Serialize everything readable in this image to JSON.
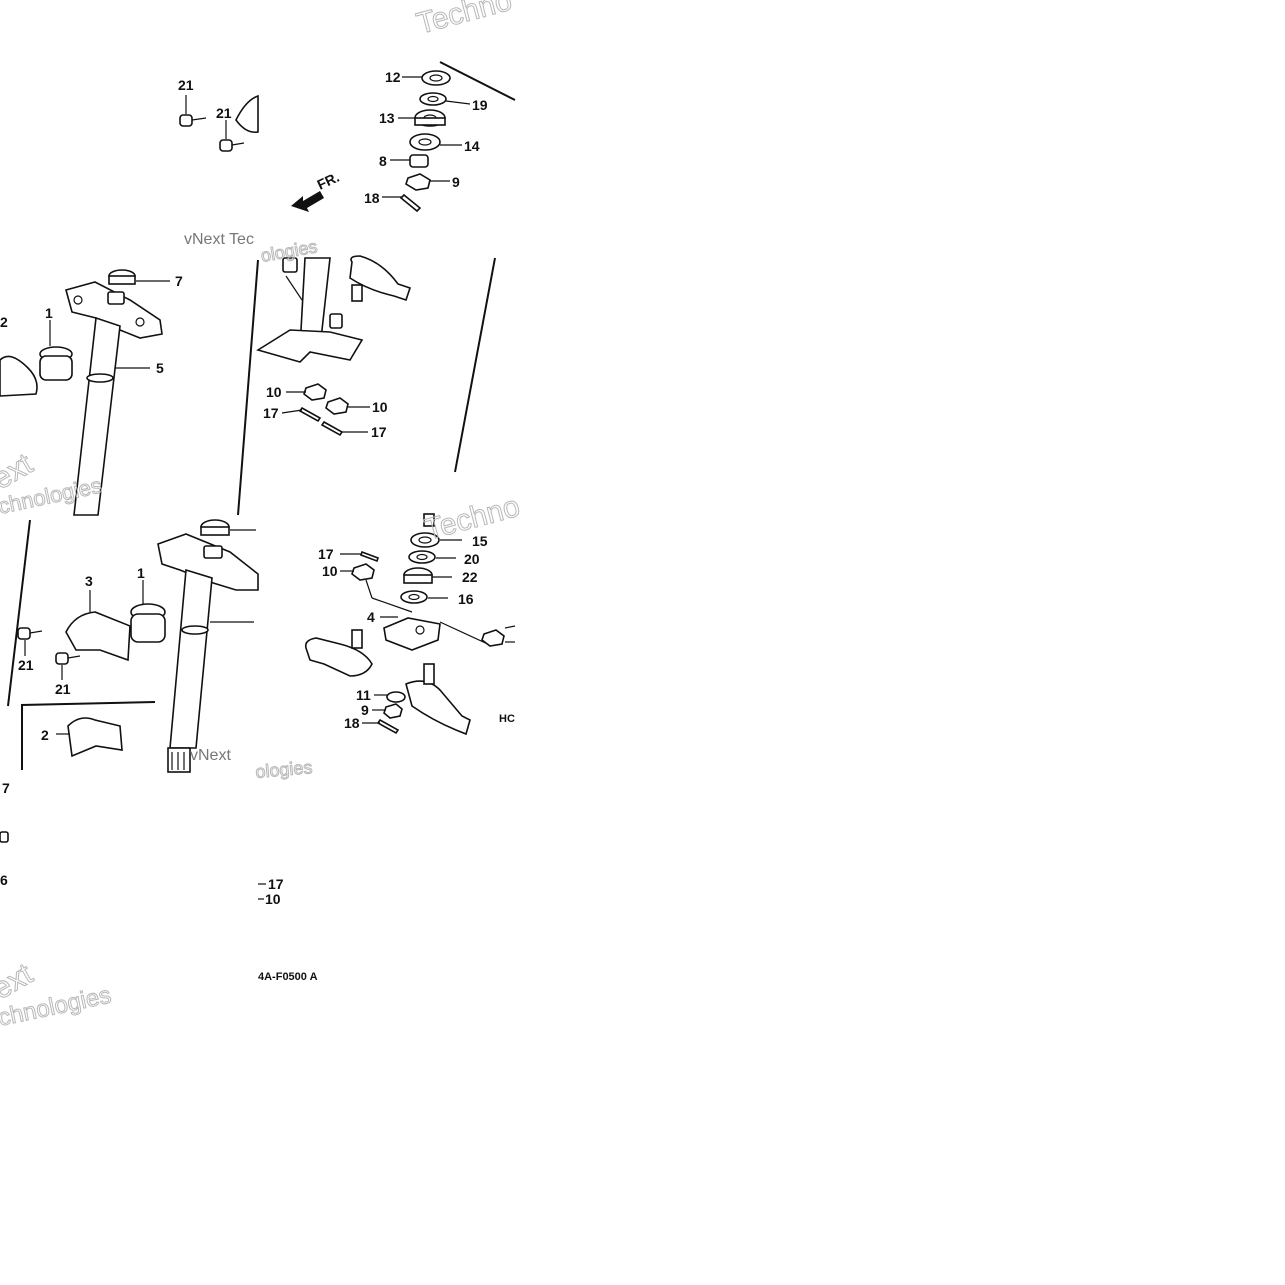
{
  "diagram": {
    "labels": [
      "21",
      "21",
      "12",
      "19",
      "13",
      "14",
      "8",
      "9",
      "18",
      "7",
      "2",
      "1",
      "5",
      "10",
      "10",
      "17",
      "17",
      "3",
      "1",
      "21",
      "21",
      "2",
      "17",
      "10",
      "15",
      "20",
      "22",
      "16",
      "4",
      "11",
      "9",
      "18",
      "7",
      "6",
      "17",
      "10"
    ],
    "direction_label": "FR.",
    "drawing_codes": [
      "HC",
      "4A-F0500 A"
    ],
    "watermarks": [
      "Techno",
      "vNext Tec",
      "ologies",
      "ext",
      "chnologies",
      "Techno",
      "vNext",
      "ologies",
      "ext",
      "chnologies"
    ]
  }
}
